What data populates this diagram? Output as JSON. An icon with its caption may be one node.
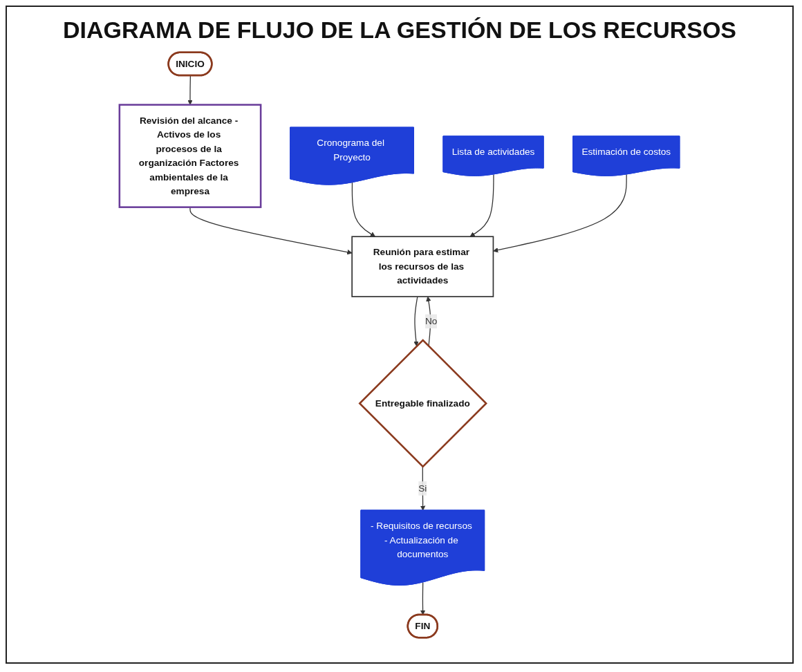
{
  "diagram": {
    "title": "DIAGRAMA DE FLUJO DE LA GESTIÓN DE LOS RECURSOS",
    "nodes": [
      {
        "text": [
          "INICIO"
        ]
      },
      {
        "text": [
          "Revisión del alcance - Activos de los procesos de la organización Factores ambientales de la empresa"
        ]
      },
      {
        "text": [
          "Cronograma del Proyecto"
        ]
      },
      {
        "text": [
          "Lista de actividades"
        ]
      },
      {
        "text": [
          "Estimación de costos"
        ]
      },
      {
        "text": [
          "Reunión para estimar los recursos de las actividades"
        ]
      },
      {
        "text": [
          "Entregable finalizado"
        ]
      },
      {
        "text": [
          "- Requisitos de recursos - Actualización de documentos"
        ]
      },
      {
        "text": [
          "FIN"
        ]
      }
    ],
    "edges": [
      {
        "from": 0,
        "to": 1,
        "arrow": "to"
      },
      {
        "from": 1,
        "to": 5,
        "arrow": "to"
      },
      {
        "from": 2,
        "to": 5,
        "arrow": "to"
      },
      {
        "from": 3,
        "to": 5,
        "arrow": "to"
      },
      {
        "from": 4,
        "to": 5,
        "arrow": "to"
      },
      {
        "from": 5,
        "to": 6,
        "arrow": "to"
      },
      {
        "from": 6,
        "to": 5,
        "label": "No",
        "arrow": "to"
      },
      {
        "from": 6,
        "to": 7,
        "label": "Si",
        "arrow": "to"
      },
      {
        "from": 7,
        "to": 8,
        "arrow": "to"
      }
    ]
  }
}
